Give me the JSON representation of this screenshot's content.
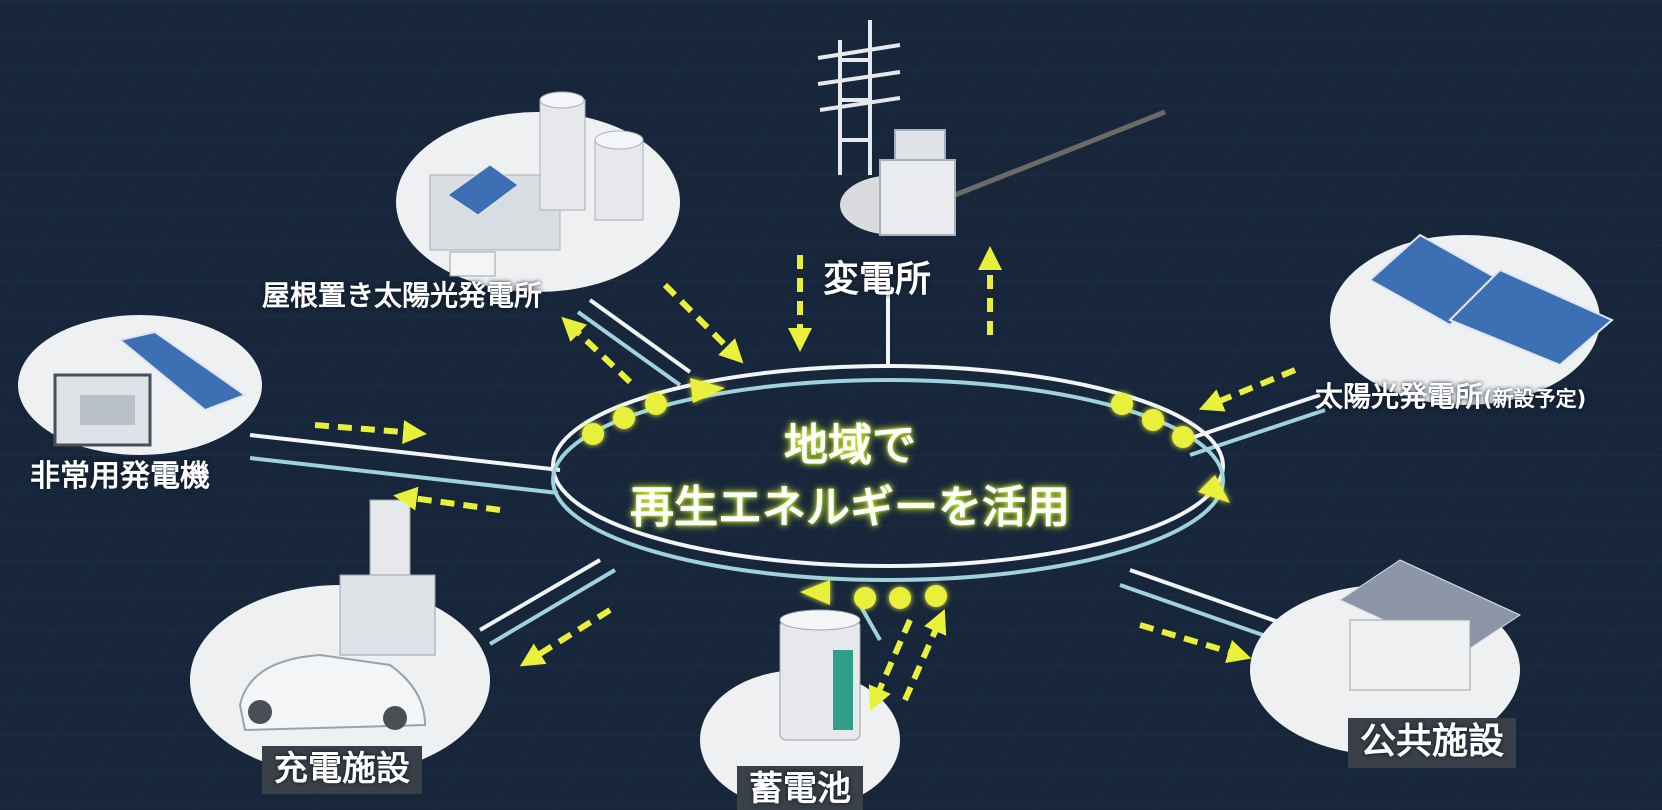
{
  "center": {
    "line1": "地域で",
    "line2": "再生エネルギーを活用"
  },
  "nodes": {
    "rooftop_solar": "屋根置き太陽光発電所",
    "substation": "変電所",
    "solar_plant": "太陽光発電所",
    "solar_plant_note": "(新設予定)",
    "emergency_generator": "非常用発電機",
    "charging_facility": "充電施設",
    "storage_battery": "蓄電池",
    "public_facility": "公共施設"
  },
  "colors": {
    "background": "#17263a",
    "flow_arrow": "#e8f03a",
    "ring_white": "#f2f4f6",
    "ring_cyan": "#9fd2dc",
    "label_box": "#3a4048"
  }
}
